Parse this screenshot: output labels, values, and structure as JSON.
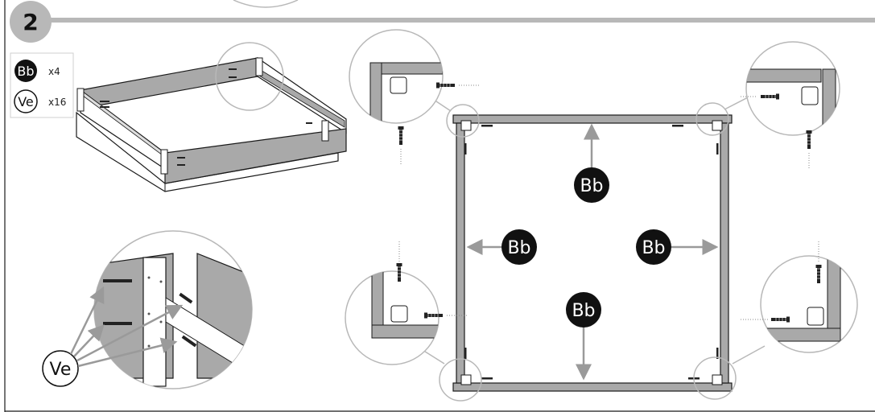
{
  "step": {
    "number": "2"
  },
  "parts": [
    {
      "code": "Bb",
      "qty": "x4",
      "style": "filled"
    },
    {
      "code": "Ve",
      "qty": "x16",
      "style": "outline"
    }
  ],
  "labels": {
    "panel_top": "Bb",
    "panel_left": "Bb",
    "panel_right": "Bb",
    "panel_bottom": "Bb",
    "screw_callout": "Ve"
  },
  "colors": {
    "panel_fill": "#a9a9a9",
    "line": "#1a1a1a",
    "bar": "#b8b8b8",
    "arrow": "#9a9a9a"
  }
}
